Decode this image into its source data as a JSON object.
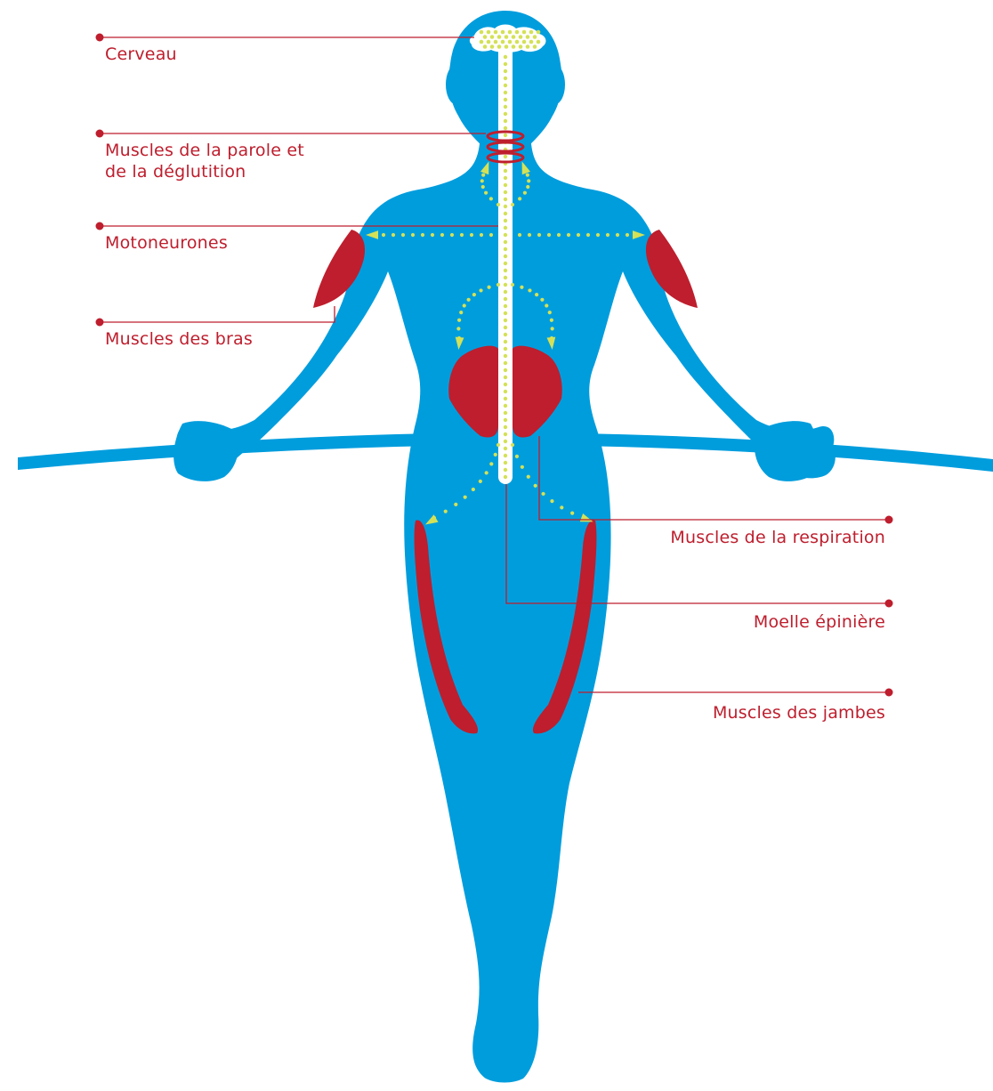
{
  "colors": {
    "body": "#009ddd",
    "muscle": "#be1e2d",
    "leader": "#be1e2d",
    "dots": "#d4e157",
    "spine": "#ffffff",
    "background": "#ffffff"
  },
  "labels": {
    "cerveau": "Cerveau",
    "parole_line1": "Muscles de la parole et",
    "parole_line2": "de la déglutition",
    "motoneurones": "Motoneurones",
    "bras": "Muscles des bras",
    "respiration": "Muscles de la respiration",
    "moelle": "Moelle épinière",
    "jambes": "Muscles des jambes"
  }
}
